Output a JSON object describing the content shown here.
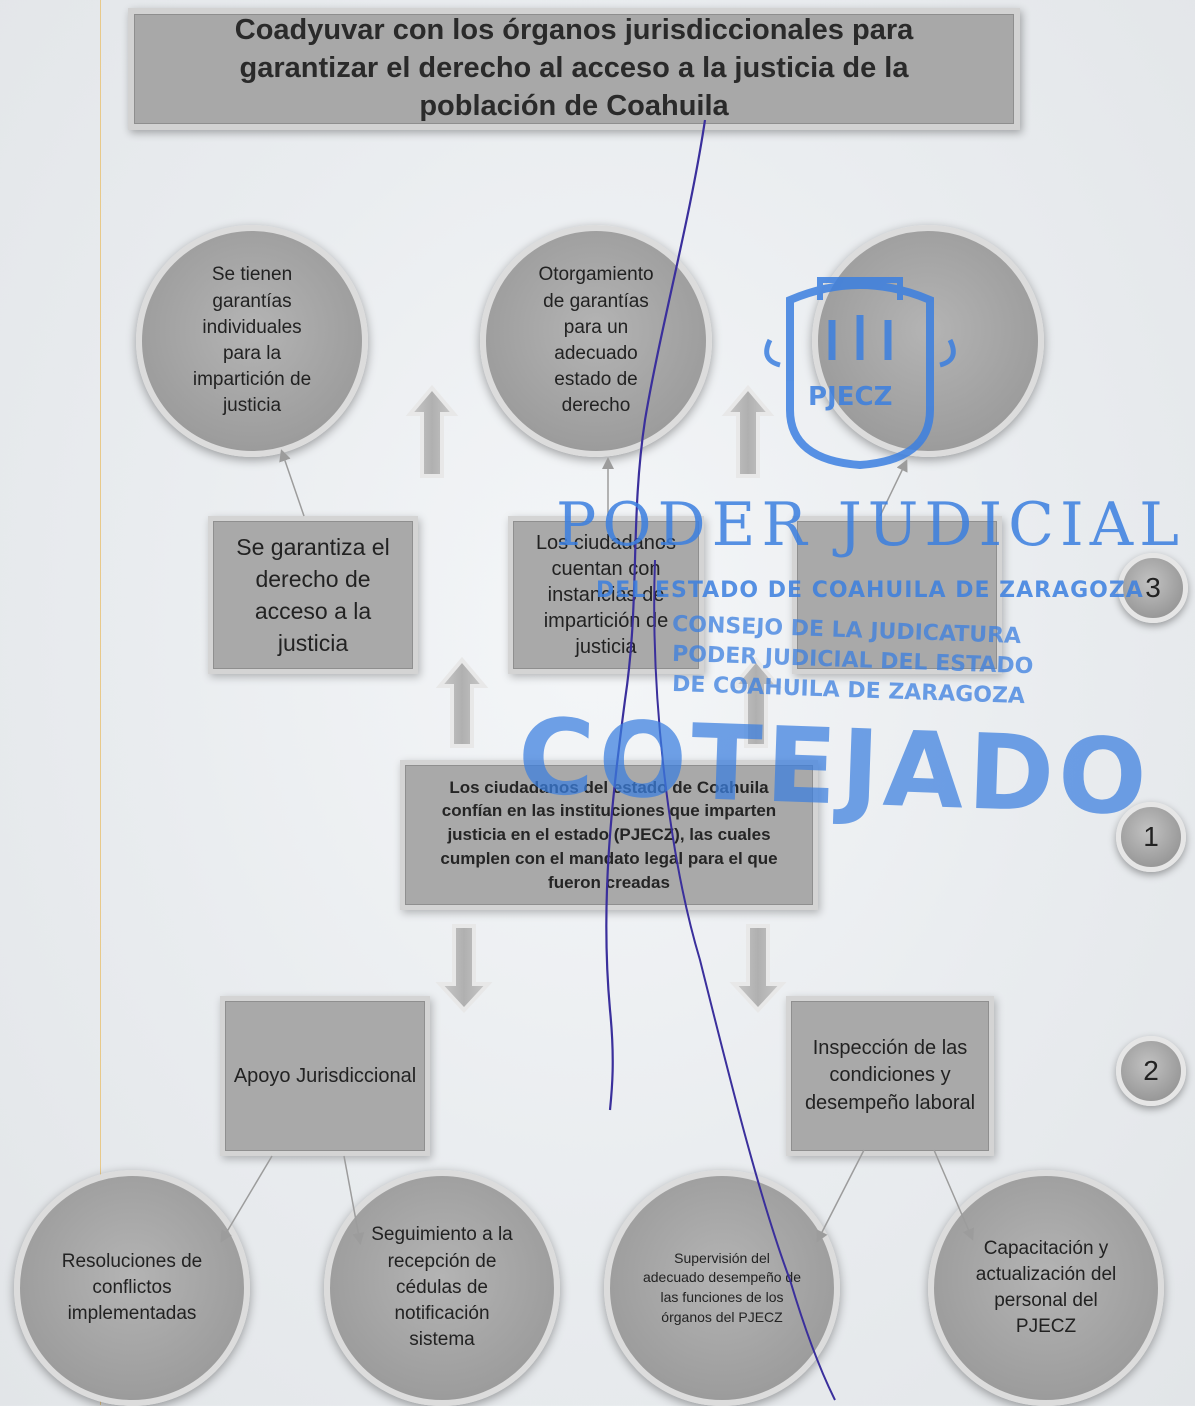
{
  "title": "Coadyuvar con los órganos jurisdiccionales para garantizar el derecho al acceso a la justicia de la población de Coahuila",
  "top_circles": [
    {
      "text": "Se tienen garantías individuales para la impartición de justicia"
    },
    {
      "text": "Otorgamiento de garantías para un adecuado estado de derecho"
    },
    {
      "text": ""
    }
  ],
  "middle_boxes": [
    {
      "text": "Se garantiza el derecho de acceso a la justicia"
    },
    {
      "text": "Los ciudadanos cuentan con instancias de impartición de justicia"
    },
    {
      "text": ""
    }
  ],
  "purpose_box": {
    "text": "Los ciudadanos del estado de Coahuila confían en las instituciones que imparten justicia en el estado (PJECZ), las cuales cumplen con el mandato legal para el que fueron creadas"
  },
  "component_boxes": [
    {
      "text": "Apoyo Jurisdiccional"
    },
    {
      "text": "Inspección de las condiciones y desempeño laboral"
    }
  ],
  "bottom_circles": [
    {
      "text": "Resoluciones de conflictos implementadas"
    },
    {
      "text": "Seguimiento a la recepción de cédulas de notificación sistema"
    },
    {
      "text": "Supervisión del adecuado desempeño de las funciones de los órganos del PJECZ"
    },
    {
      "text": "Capacitación y actualización del personal del PJECZ"
    }
  ],
  "level_badges": [
    "3",
    "1",
    "2"
  ],
  "stamps": {
    "seal_text": "PJECZ",
    "poder_judicial": "PODER JUDICIAL",
    "del_estado": "DEL ESTADO DE COAHUILA DE ZARAGOZA",
    "consejo_1": "CONSEJO DE LA JUDICATURA",
    "consejo_2": "PODER JUDICIAL DEL ESTADO",
    "consejo_3": "DE COAHUILA DE ZARAGOZA",
    "cotejado": "COTEJADO"
  }
}
